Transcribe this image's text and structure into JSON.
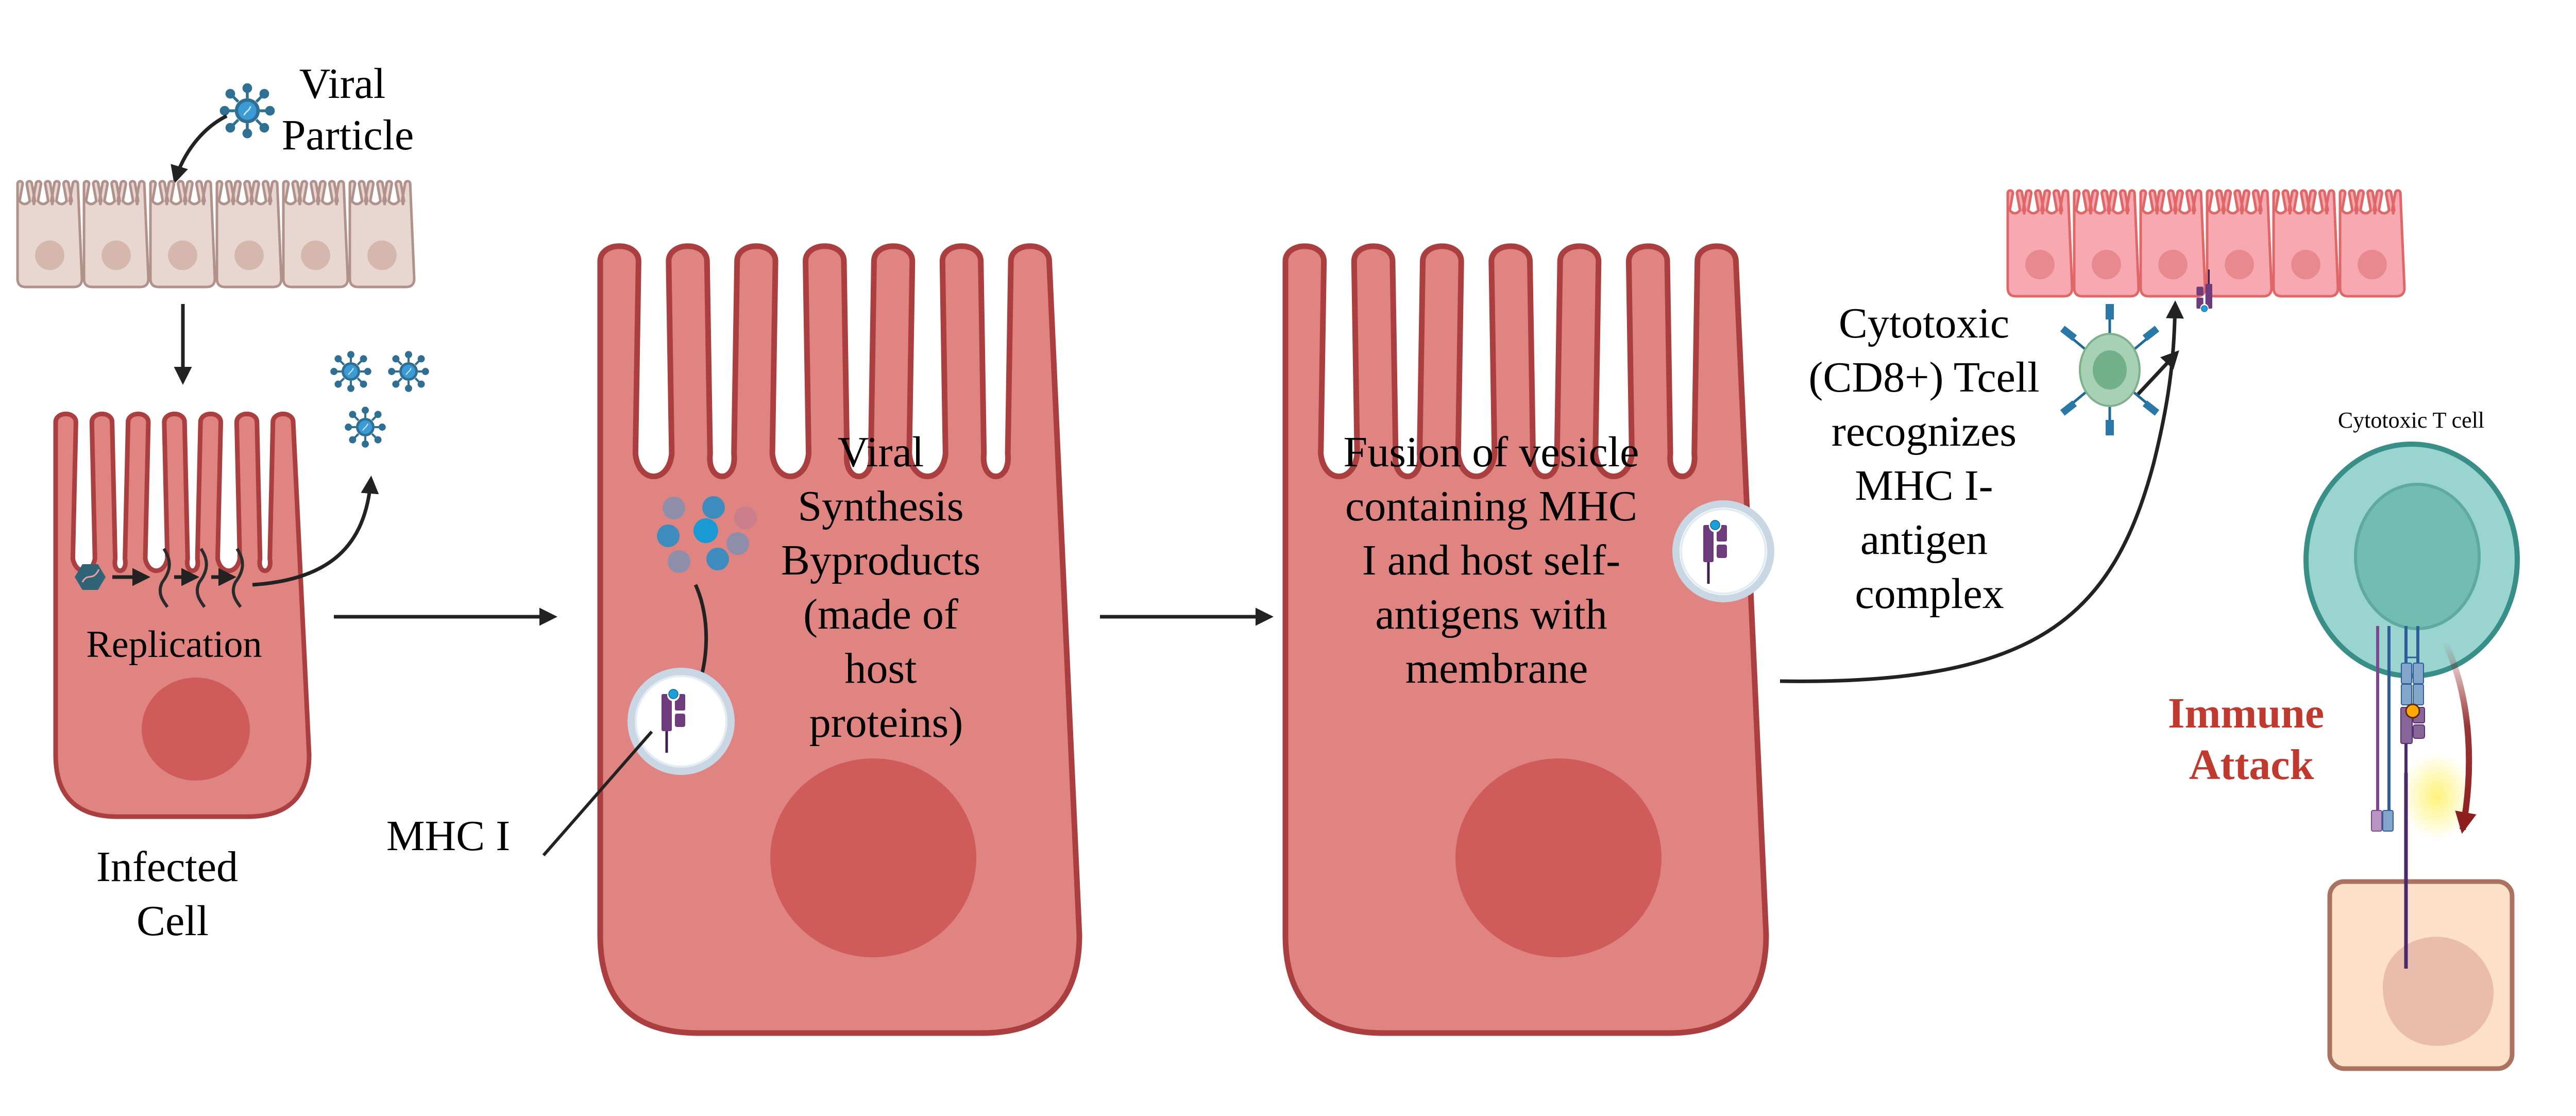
{
  "labels": {
    "viral_particle": [
      "Viral",
      "Particle"
    ],
    "replication": "Replication",
    "infected_cell": [
      "Infected",
      "Cell"
    ],
    "mhc_i": "MHC I",
    "viral_synthesis": [
      "Viral",
      "Synthesis",
      "Byproducts",
      "(made of",
      "host",
      "proteins)"
    ],
    "fusion": [
      "Fusion of vesicle",
      "containing MHC",
      "I and host self-",
      "antigens with",
      "membrane"
    ],
    "cd8_recognition": [
      "Cytotoxic",
      "(CD8+) Tcell",
      "recognizes",
      "MHC I-",
      "antigen",
      "complex"
    ],
    "cytotoxic_t_cell": "Cytotoxic T cell",
    "immune_attack": [
      "Immune",
      "Attack"
    ]
  },
  "colors": {
    "infected_cell_fill": "#e08482",
    "infected_cell_stroke": "#ab3f40",
    "nucleus": "#d05b5b",
    "healthy_epithelium_fill": "#e7d7d0",
    "healthy_epithelium_stroke": "#b0928a",
    "healthy_nucleus": "#d6b7ae",
    "pink_epithelium_fill": "#f8a8b0",
    "pink_epithelium_stroke": "#e06767",
    "pink_nucleus": "#e88990",
    "virus": "#2f6f93",
    "virus_core": "#3b9bd6",
    "mhc_purple": "#6e3b7d",
    "antigen_blue": "#1aa0d8",
    "tcell_fill": "#9ad4cf",
    "tcell_stroke": "#388f88",
    "tcell_nucleus": "#72bcb1",
    "small_tcell_fill": "#a8d0b2",
    "small_tcell_nucleus": "#72b08a",
    "target_cell_fill": "#fde0c9",
    "target_cell_stroke": "#ac7260",
    "target_nucleus": "#e9bcac",
    "tcr_blue": "#83a5c9",
    "attack_red": "#c0392f",
    "attack_arrow": "#8e1e1e",
    "peptide_orange": "#ffaa00"
  }
}
